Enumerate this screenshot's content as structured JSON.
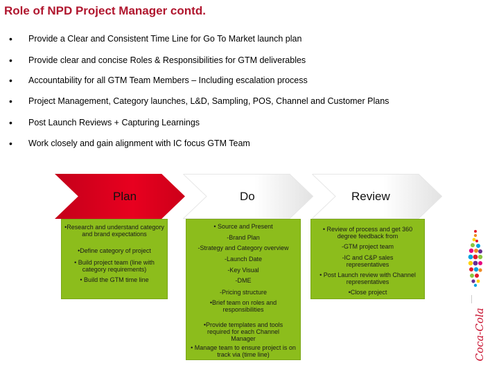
{
  "title": "Role of NPD Project Manager contd.",
  "bullets": [
    "Provide a Clear and Consistent Time Line for Go To Market launch plan",
    "Provide clear and concise Roles & Responsibilities for GTM deliverables",
    "Accountability for all GTM Team Members – Including escalation process",
    "Project Management, Category launches, L&D, Sampling, POS, Channel and Customer Plans",
    "Post Launch Reviews + Capturing Learnings",
    "Work closely and gain alignment with IC focus GTM Team"
  ],
  "bullet_glyph": "•",
  "phases": {
    "plan": {
      "label": "Plan",
      "items": [
        "•Research and understand category and brand expectations",
        "•Define category of project",
        "• Build project team (line with category requirements)",
        "• Build the GTM time line"
      ]
    },
    "do": {
      "label": "Do",
      "items": [
        "• Source and Present",
        "-Brand Plan",
        "-Strategy and Category overview",
        "-Launch Date",
        "-Key Visual",
        "-DME",
        "-Pricing structure",
        "•Brief team on roles and responsibilities",
        "•Provide templates and tools required for each Channel Manager",
        "• Manage team to ensure project is on track via (time line)"
      ]
    },
    "review": {
      "label": "Review",
      "items": [
        "• Review of process and get 360 degree feedback from",
        "-GTM project team",
        "-IC and C&P sales representatives",
        "• Post Launch review with Channel representatives",
        "•Close project"
      ]
    }
  },
  "logo_text": "Coca-Cola",
  "colors": {
    "title": "#b0162e",
    "plan_arrow": "#e8001f",
    "box_fill": "#8cbd1c"
  }
}
